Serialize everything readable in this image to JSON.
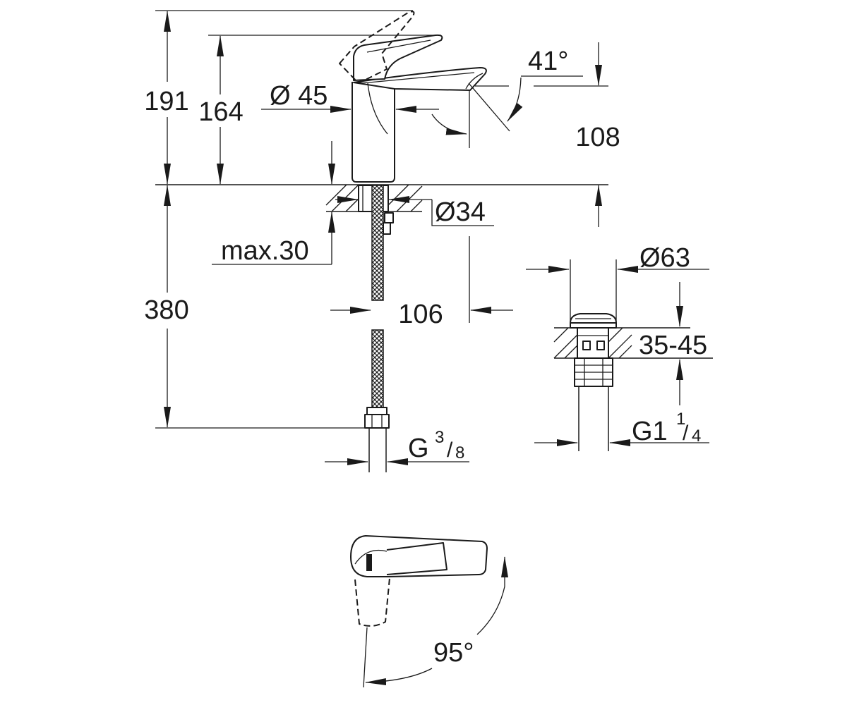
{
  "faucet_side_view": {
    "overall_height": "191",
    "handle_height": "164",
    "body_diameter": "Ø 45",
    "spout_angle": "41°",
    "outlet_height": "108",
    "shank_diameter": "Ø34",
    "deck_thickness": "max.30",
    "hose_length": "380",
    "spout_projection": "106",
    "hose_thread": {
      "prefix": "G",
      "numerator": "3",
      "separator": "/",
      "denominator": "8"
    }
  },
  "waste_valve": {
    "diameter": "Ø63",
    "deck_thickness": "35-45",
    "thread": {
      "prefix": "G1",
      "numerator": "1",
      "separator": "/",
      "denominator": "4"
    }
  },
  "top_view": {
    "handle_rotation": "95°"
  },
  "colors": {
    "line": "#1a1a1a",
    "background": "#ffffff"
  }
}
